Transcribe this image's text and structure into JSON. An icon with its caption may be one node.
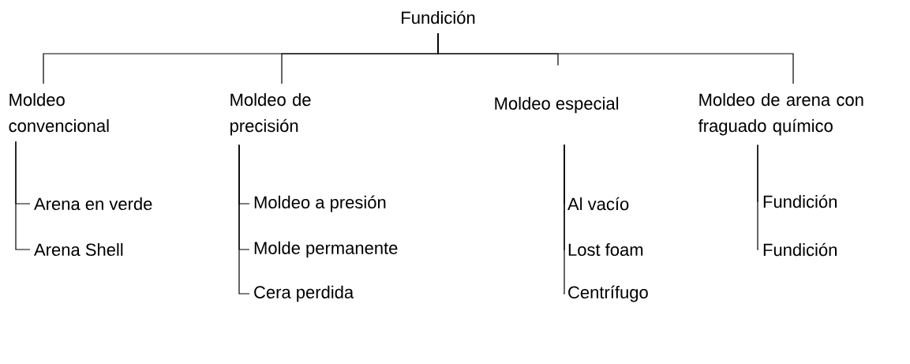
{
  "diagram": {
    "nodes": [
      {
        "text": [
          "Fundición"
        ]
      },
      {
        "text": [
          "Moldeo convencional"
        ]
      },
      {
        "text": [
          "Moldeo de precisión"
        ]
      },
      {
        "text": [
          "Moldeo especial"
        ]
      },
      {
        "text": [
          "Moldeo de arena con fraguado químico"
        ]
      },
      {
        "text": [
          "Arena en verde"
        ]
      },
      {
        "text": [
          "Arena Shell"
        ]
      },
      {
        "text": [
          "Moldeo a presión"
        ]
      },
      {
        "text": [
          "Molde permanente"
        ]
      },
      {
        "text": [
          "Cera perdida"
        ]
      },
      {
        "text": [
          "Al vacío"
        ]
      },
      {
        "text": [
          "Lost foam"
        ]
      },
      {
        "text": [
          "Centrífugo"
        ]
      },
      {
        "text": [
          "Fundición"
        ]
      },
      {
        "text": [
          "Fundición"
        ]
      }
    ],
    "edges": [
      {
        "from": 0,
        "to": 1,
        "arrow": "none"
      },
      {
        "from": 0,
        "to": 2,
        "arrow": "none"
      },
      {
        "from": 0,
        "to": 3,
        "arrow": "none"
      },
      {
        "from": 0,
        "to": 4,
        "arrow": "none"
      },
      {
        "from": 1,
        "to": 5,
        "arrow": "none"
      },
      {
        "from": 1,
        "to": 6,
        "arrow": "none"
      },
      {
        "from": 2,
        "to": 7,
        "arrow": "none"
      },
      {
        "from": 2,
        "to": 8,
        "arrow": "none"
      },
      {
        "from": 2,
        "to": 9,
        "arrow": "none"
      },
      {
        "from": 3,
        "to": 10,
        "arrow": "none"
      },
      {
        "from": 3,
        "to": 11,
        "arrow": "none"
      },
      {
        "from": 3,
        "to": 12,
        "arrow": "none"
      },
      {
        "from": 4,
        "to": 13,
        "arrow": "none"
      },
      {
        "from": 4,
        "to": 14,
        "arrow": "none"
      }
    ]
  }
}
